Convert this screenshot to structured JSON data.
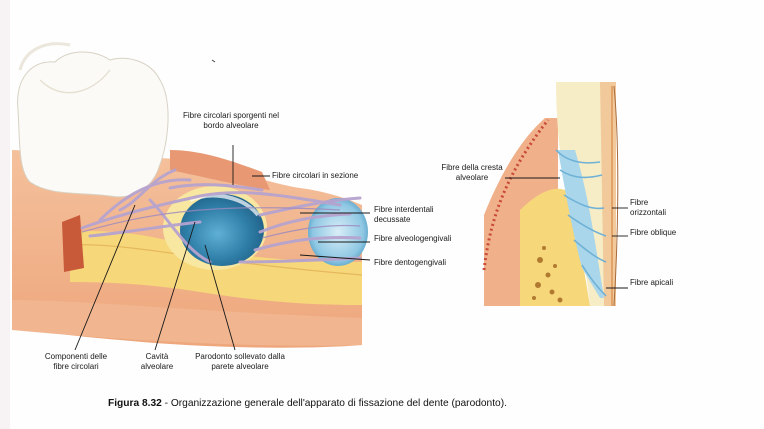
{
  "left_figure": {
    "labels": {
      "top_callout": "Fibre circolari sporgenti nel bordo alveolare",
      "circular_section": "Fibre circolari in sezione",
      "interdental": "Fibre interdentali decussate",
      "alveologingival": "Fibre alveologengivali",
      "dentogingival": "Fibre dentogengivali",
      "circular_components": "Componenti delle fibre circolari",
      "alveolar_cavity": "Cavità alveolare",
      "lifted_periodontium": "Parodonto sollevato dalla parete alveolare"
    }
  },
  "right_figure": {
    "labels": {
      "alveolar_crest": "Fibre della cresta alveolare",
      "horizontal": "Fibre orizzontali",
      "oblique": "Fibre oblique",
      "apical": "Fibre apicali"
    }
  },
  "caption": {
    "number": "Figura 8.32",
    "separator": " - ",
    "text": "Organizzazione generale dell'apparato di fissazione del dente (parodonto)."
  },
  "colors": {
    "gum": "#efb08a",
    "bone": "#f6d77a",
    "enamel": "#fbfaf6",
    "pulp": "#2f7fa8",
    "fibers": "#b6a3cf",
    "periodontium": "#a9d6ea"
  }
}
